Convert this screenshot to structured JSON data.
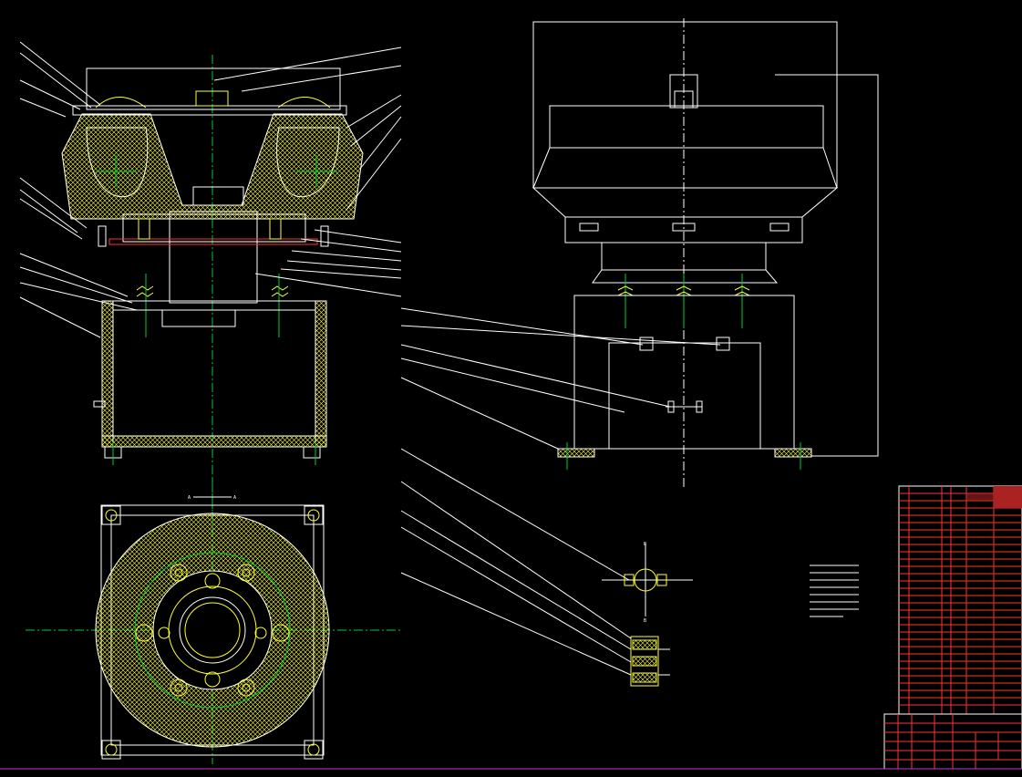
{
  "drawing": {
    "background": "#000000",
    "line_colors": {
      "outline": "#ffffff",
      "hatch": "#ffff33",
      "centerline": "#00cc33",
      "leader": "#ffffff",
      "title_block": "#ff3333",
      "frame": "#cc33cc"
    },
    "views": [
      "front-section-view",
      "side-elevation-view",
      "top-plan-view",
      "detail-view-b",
      "detail-view-c"
    ],
    "section_marks": {
      "a_left": "A",
      "a_right": "A",
      "b_top": "B",
      "b_bottom": "B"
    }
  }
}
